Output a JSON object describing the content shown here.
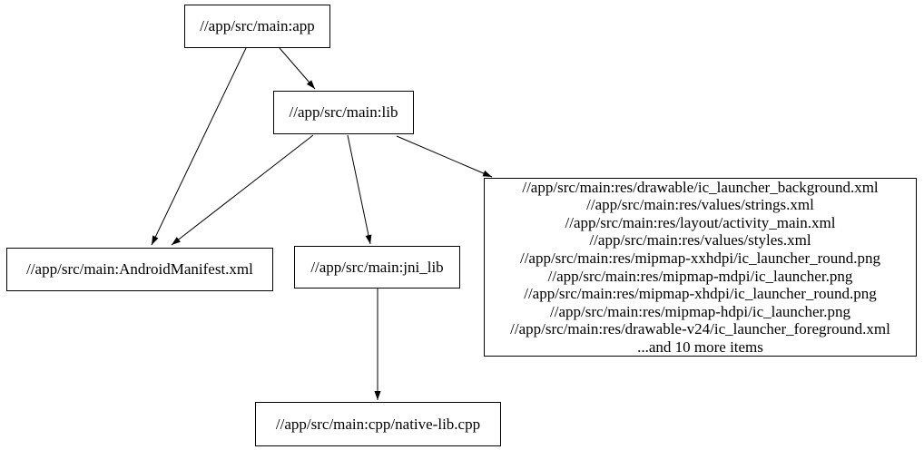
{
  "graph": {
    "type": "dependency-graph",
    "background_color": "#ffffff",
    "node_border_color": "#000000",
    "text_color": "#000000",
    "edge_color": "#000000",
    "nodes": {
      "app": {
        "label": "//app/src/main:app"
      },
      "lib": {
        "label": "//app/src/main:lib"
      },
      "android_manifest": {
        "label": "//app/src/main:AndroidManifest.xml"
      },
      "jni_lib": {
        "label": "//app/src/main:jni_lib"
      },
      "res_group": {
        "lines": [
          "//app/src/main:res/drawable/ic_launcher_background.xml",
          "//app/src/main:res/values/strings.xml",
          "//app/src/main:res/layout/activity_main.xml",
          "//app/src/main:res/values/styles.xml",
          "//app/src/main:res/mipmap-xxhdpi/ic_launcher_round.png",
          "//app/src/main:res/mipmap-mdpi/ic_launcher.png",
          "//app/src/main:res/mipmap-xhdpi/ic_launcher_round.png",
          "//app/src/main:res/mipmap-hdpi/ic_launcher.png",
          "//app/src/main:res/drawable-v24/ic_launcher_foreground.xml",
          "...and 10 more items"
        ]
      },
      "native_lib_cpp": {
        "label": "//app/src/main:cpp/native-lib.cpp"
      }
    },
    "edges": [
      {
        "from": "app",
        "to": "android_manifest"
      },
      {
        "from": "app",
        "to": "lib"
      },
      {
        "from": "lib",
        "to": "android_manifest"
      },
      {
        "from": "lib",
        "to": "jni_lib"
      },
      {
        "from": "lib",
        "to": "res_group"
      },
      {
        "from": "jni_lib",
        "to": "native_lib_cpp"
      }
    ]
  }
}
